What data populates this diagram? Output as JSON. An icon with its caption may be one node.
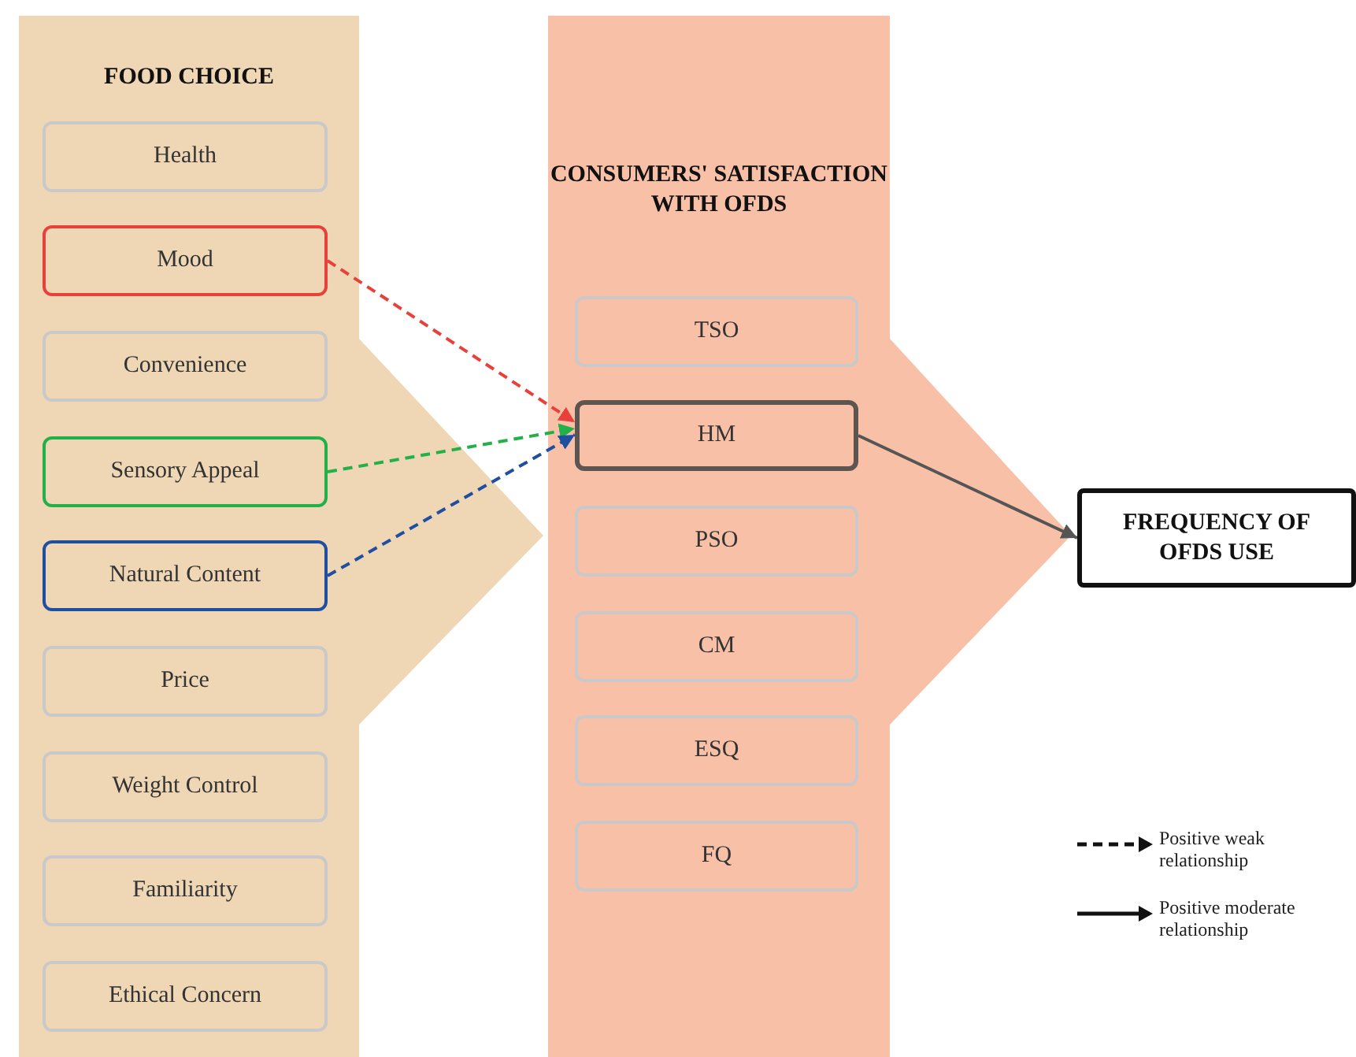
{
  "diagram": {
    "nodes": [
      {
        "text": [
          "FOOD CHOICE"
        ]
      },
      {
        "text": [
          "Health"
        ],
        "in": 0
      },
      {
        "text": [
          "Mood"
        ],
        "in": 0
      },
      {
        "text": [
          "Convenience"
        ],
        "in": 0
      },
      {
        "text": [
          "Sensory Appeal"
        ],
        "in": 0
      },
      {
        "text": [
          "Natural Content"
        ],
        "in": 0
      },
      {
        "text": [
          "Price"
        ],
        "in": 0
      },
      {
        "text": [
          "Weight Control"
        ],
        "in": 0
      },
      {
        "text": [
          "Familiarity"
        ],
        "in": 0
      },
      {
        "text": [
          "Ethical Concern"
        ],
        "in": 0
      },
      {
        "text": [
          "CONSUMERS' SATISFACTION WITH OFDS"
        ]
      },
      {
        "text": [
          "TSO"
        ],
        "in": 10
      },
      {
        "text": [
          "HM"
        ],
        "in": 10
      },
      {
        "text": [
          "PSO"
        ],
        "in": 10
      },
      {
        "text": [
          "CM"
        ],
        "in": 10
      },
      {
        "text": [
          "ESQ"
        ],
        "in": 10
      },
      {
        "text": [
          "FQ"
        ],
        "in": 10
      },
      {
        "text": [
          "FREQUENCY OF OFDS USE"
        ]
      }
    ],
    "edges": [
      {
        "from": 2,
        "to": 12,
        "arrow": "to",
        "style": "dashed",
        "color": "#e8413c"
      },
      {
        "from": 4,
        "to": 12,
        "arrow": "to",
        "style": "dashed",
        "color": "#22b04a"
      },
      {
        "from": 5,
        "to": 12,
        "arrow": "to",
        "style": "dashed",
        "color": "#1f4fa0"
      },
      {
        "from": 12,
        "to": 17,
        "arrow": "to",
        "color": "#555555"
      }
    ],
    "legend": [
      {
        "text": "Positive weak relationship"
      },
      {
        "text": "Positive moderate relationship"
      }
    ]
  }
}
